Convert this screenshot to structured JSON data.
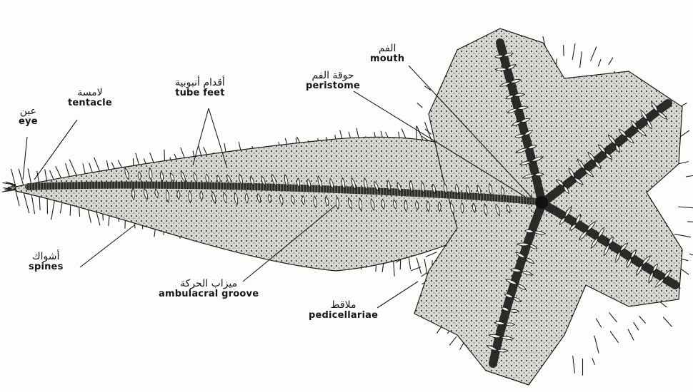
{
  "figure": {
    "subject": "starfish-underside"
  },
  "labels": {
    "eye": {
      "ar": "عين",
      "en": "eye"
    },
    "tentacle": {
      "ar": "لامسة",
      "en": "tentacle"
    },
    "tube_feet": {
      "ar": "أقدام أنبوبية",
      "en": "tube feet"
    },
    "peristome": {
      "ar": "حوقة الفم",
      "en": "peristome"
    },
    "mouth": {
      "ar": "الفم",
      "en": "mouth"
    },
    "spines": {
      "ar": "أشواك",
      "en": "spines"
    },
    "ambulacral_groove": {
      "ar": "ميزاب الحركة",
      "en": "ambulacral groove"
    },
    "pedicellariae": {
      "ar": "ملاقط",
      "en": "pedicellariae"
    }
  },
  "colors": {
    "ink": "#151515",
    "paper": "#fdfdfb",
    "body_fill": "#8a8a86"
  }
}
